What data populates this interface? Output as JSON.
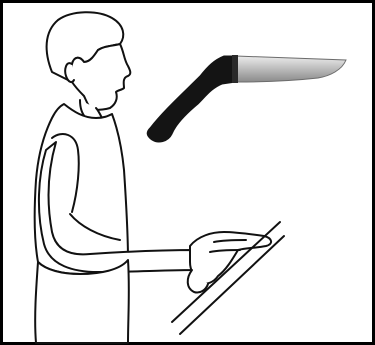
{
  "figure": {
    "caption": "",
    "subjects": [
      "person-standing",
      "kitchen-knife",
      "slanted-work-surface"
    ],
    "colors": {
      "background": "#ffffff",
      "line": "#111111",
      "knife_handle": "#141414",
      "knife_blade_light": "#ececec",
      "knife_blade_dark": "#8a8a8a",
      "frame_border": "#000000"
    }
  }
}
